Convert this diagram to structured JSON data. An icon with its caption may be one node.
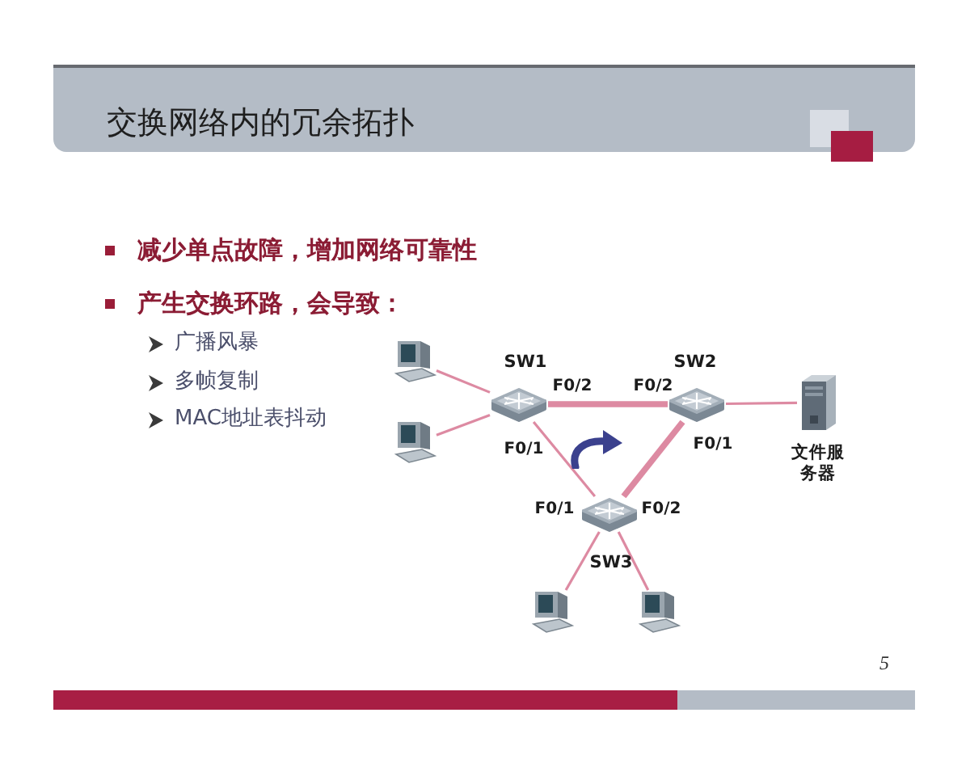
{
  "diagram": {
    "title": "交换网络内的冗余拓扑",
    "nodes": [
      {
        "text": [],
        "shape": "picture"
      },
      {
        "text": [
          "SW1"
        ],
        "beside": [
          "F0/2",
          "F0/1"
        ]
      },
      {
        "text": [
          "SW2"
        ],
        "beside": [
          "F0/2",
          "F0/1"
        ]
      },
      {
        "text": [
          "文件服务器"
        ]
      },
      {
        "text": [],
        "shape": "picture"
      },
      {
        "text": [
          "SW3"
        ],
        "beside": [
          "F0/1",
          "F0/2"
        ]
      },
      {
        "text": [],
        "shape": "picture"
      },
      {
        "text": [],
        "shape": "picture"
      }
    ],
    "edges": [
      {
        "from": 0,
        "to": 1,
        "arrow": "none"
      },
      {
        "from": 4,
        "to": 1,
        "arrow": "none"
      },
      {
        "from": 1,
        "to": 2,
        "arrow": "none",
        "style": "thick"
      },
      {
        "from": 1,
        "to": 5,
        "arrow": "none"
      },
      {
        "from": 2,
        "to": 5,
        "arrow": "none",
        "style": "thick"
      },
      {
        "from": 2,
        "to": 3,
        "arrow": "none"
      },
      {
        "from": 5,
        "to": 6,
        "arrow": "none"
      },
      {
        "from": 5,
        "to": 7,
        "arrow": "none"
      }
    ],
    "labels": [
      "减少单点故障，增加网络可靠性",
      "产生交换环路，会导致：",
      "广播风暴",
      "多帧复制",
      "MAC地址表抖动",
      "5"
    ]
  }
}
